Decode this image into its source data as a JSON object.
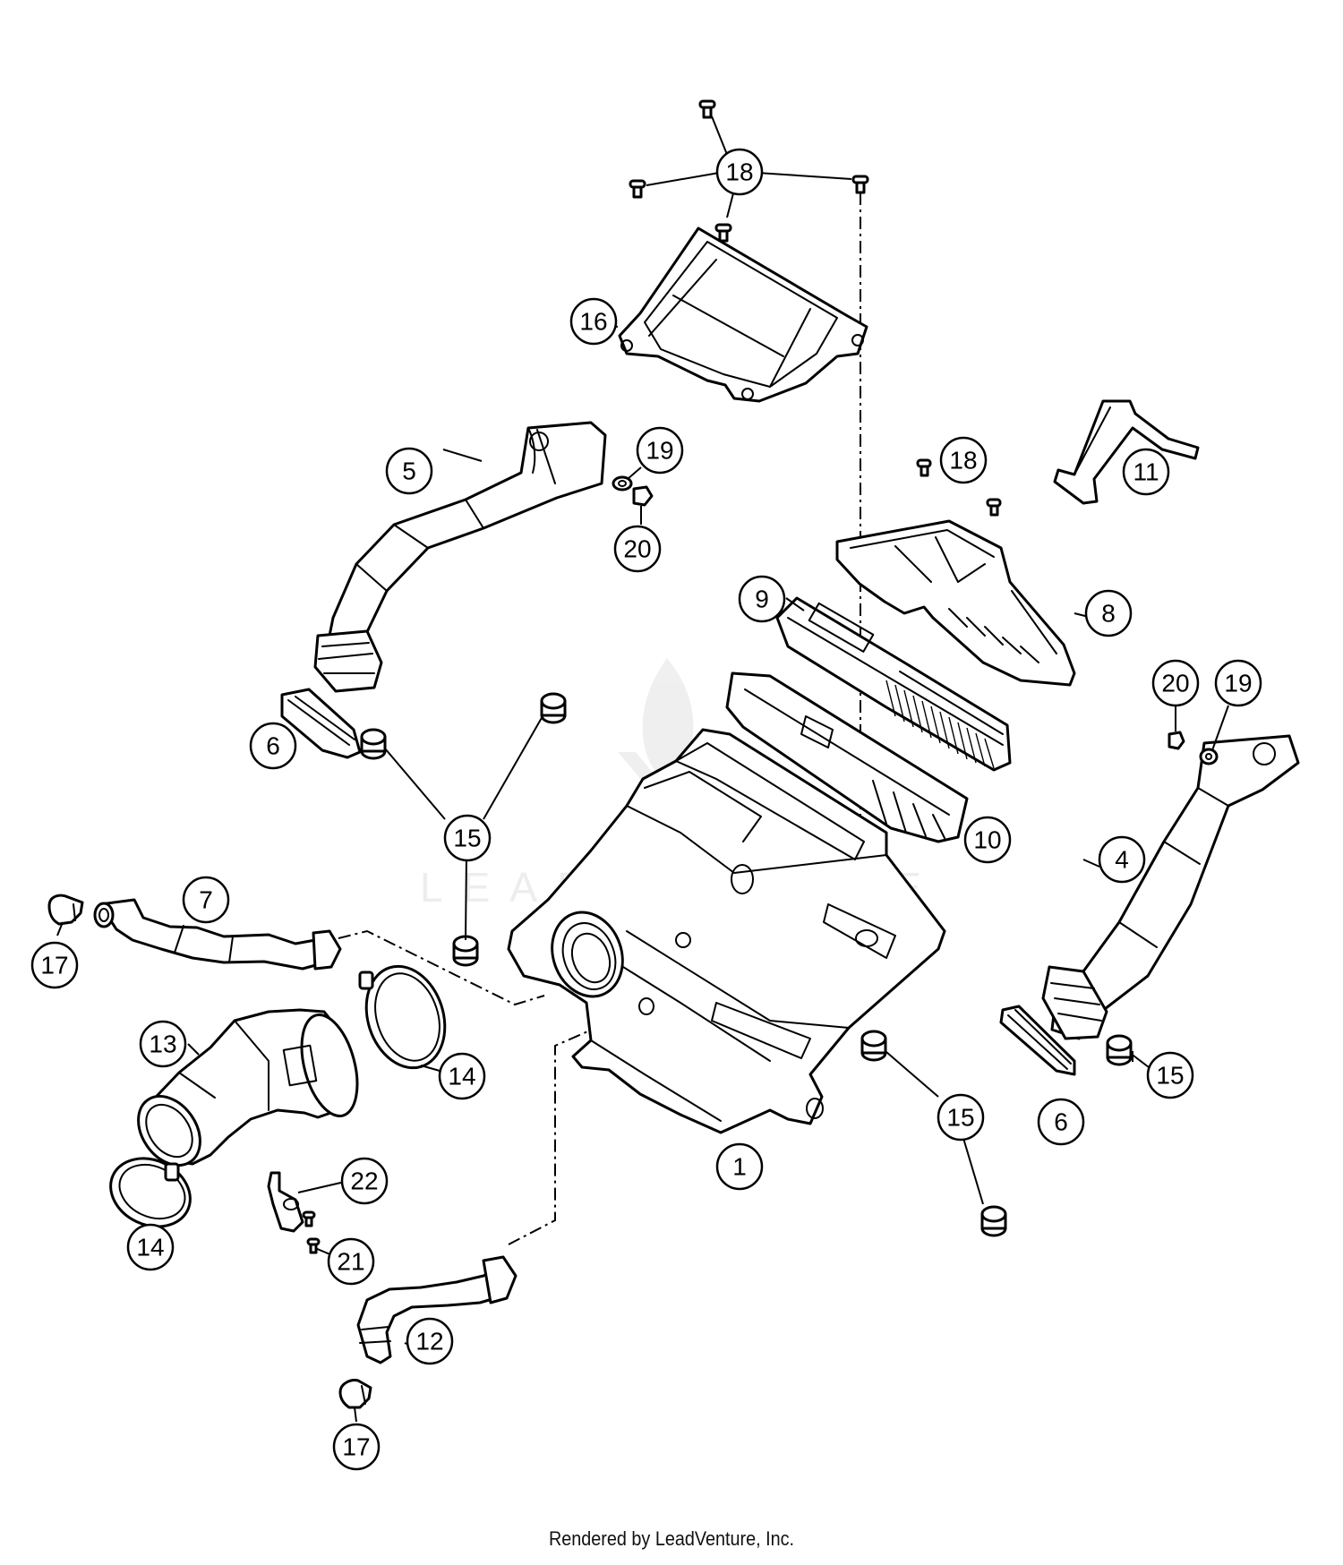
{
  "diagram": {
    "watermark": "LEADVENTURE",
    "credit": "Rendered by LeadVenture, Inc.",
    "callouts": [
      {
        "id": "c-18-top",
        "label": "18"
      },
      {
        "id": "c-16",
        "label": "16"
      },
      {
        "id": "c-19-left",
        "label": "19"
      },
      {
        "id": "c-20-left",
        "label": "20"
      },
      {
        "id": "c-5",
        "label": "5"
      },
      {
        "id": "c-18-right",
        "label": "18"
      },
      {
        "id": "c-11",
        "label": "11"
      },
      {
        "id": "c-9",
        "label": "9"
      },
      {
        "id": "c-8",
        "label": "8"
      },
      {
        "id": "c-20-right",
        "label": "20"
      },
      {
        "id": "c-19-right",
        "label": "19"
      },
      {
        "id": "c-6-left",
        "label": "6"
      },
      {
        "id": "c-15-upper",
        "label": "15"
      },
      {
        "id": "c-10",
        "label": "10"
      },
      {
        "id": "c-4",
        "label": "4"
      },
      {
        "id": "c-7",
        "label": "7"
      },
      {
        "id": "c-17-left",
        "label": "17"
      },
      {
        "id": "c-13",
        "label": "13"
      },
      {
        "id": "c-14-upper",
        "label": "14"
      },
      {
        "id": "c-15-right",
        "label": "15"
      },
      {
        "id": "c-15-lower",
        "label": "15"
      },
      {
        "id": "c-6-right",
        "label": "6"
      },
      {
        "id": "c-1",
        "label": "1"
      },
      {
        "id": "c-22",
        "label": "22"
      },
      {
        "id": "c-14-lower",
        "label": "14"
      },
      {
        "id": "c-21",
        "label": "21"
      },
      {
        "id": "c-12",
        "label": "12"
      },
      {
        "id": "c-17-bottom",
        "label": "17"
      }
    ]
  }
}
